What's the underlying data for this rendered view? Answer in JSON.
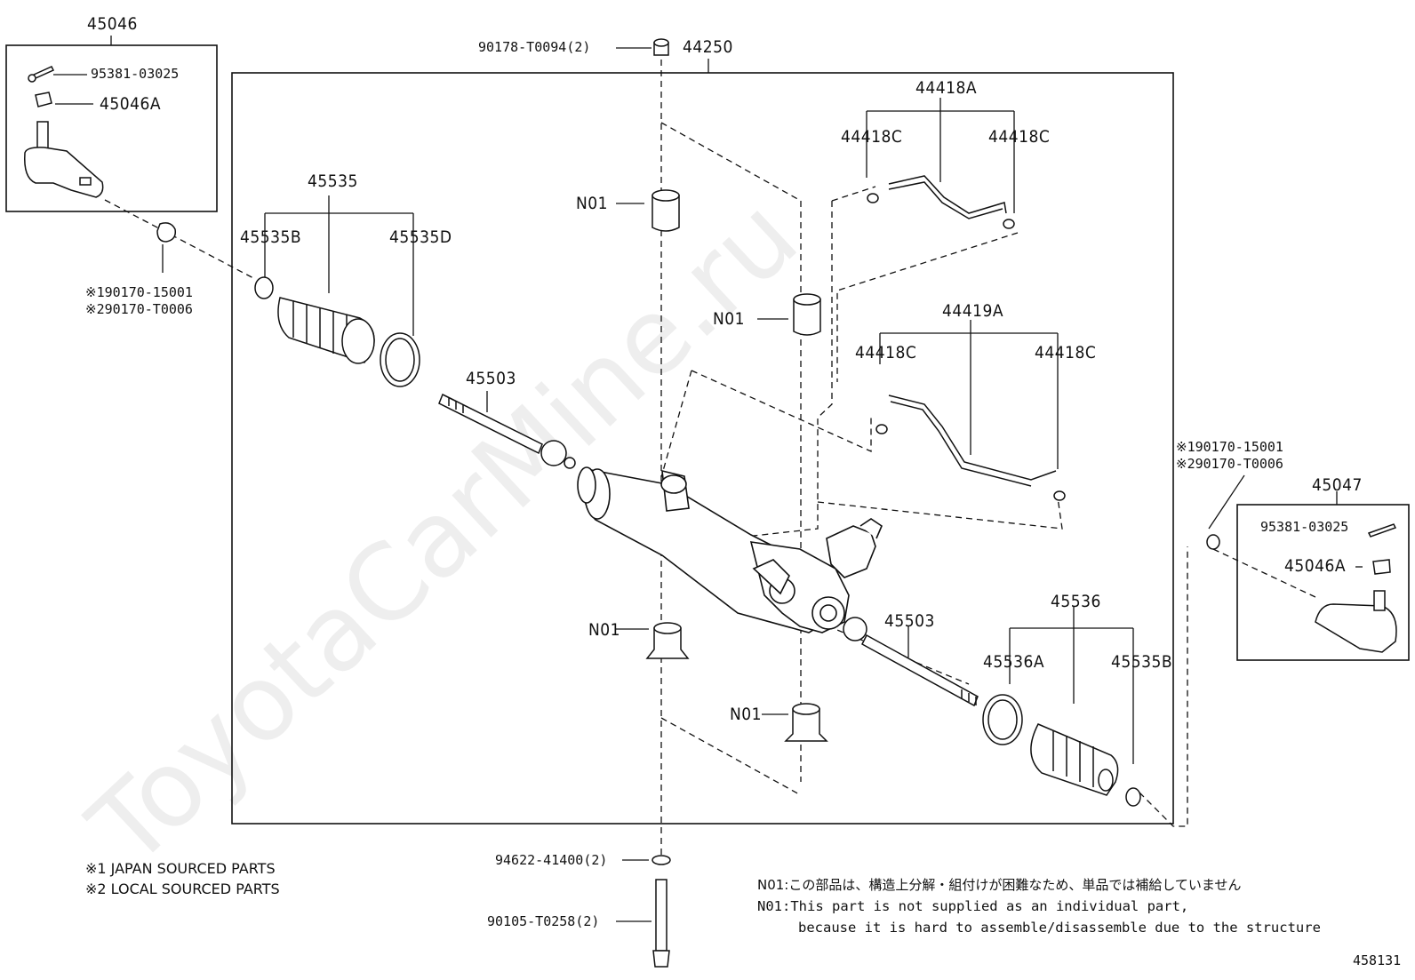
{
  "watermark": "ToyotaCarMine.ru",
  "diagram_id": "458131",
  "labels": {
    "l45046": "45046",
    "l95381_top": "95381-03025",
    "l45046A_top": "45046A",
    "l190170_left": "※190170-15001",
    "l290170_left": "※290170-T0006",
    "l90178": "90178-T0094(2)",
    "l44250": "44250",
    "l45535": "45535",
    "l45535B_left": "45535B",
    "l45535D": "45535D",
    "l45503_left": "45503",
    "lN01_a": "N01",
    "lN01_b": "N01",
    "lN01_c": "N01",
    "lN01_d": "N01",
    "l44418A": "44418A",
    "l44418C_a": "44418C",
    "l44418C_b": "44418C",
    "l44419A": "44419A",
    "l44418C_c": "44418C",
    "l44418C_d": "44418C",
    "l190170_right": "※190170-15001",
    "l290170_right": "※290170-T0006",
    "l45047": "45047",
    "l95381_right": "95381-03025",
    "l45046A_right": "45046A",
    "l45503_right": "45503",
    "l45536": "45536",
    "l45536A": "45536A",
    "l45535B_right": "45535B",
    "l94622": "94622-41400(2)",
    "l90105": "90105-T0258(2)"
  },
  "footnotes": {
    "japan": "※1 JAPAN SOURCED PARTS",
    "local": "※2 LOCAL SOURCED PARTS"
  },
  "notes": {
    "jp": "N01:この部品は、構造上分解・組付けが困難なため、単品では補給していません",
    "en1": "N01:This part is not supplied as an individual part,",
    "en2": "because it is hard to assemble/disassemble due to the structure"
  }
}
